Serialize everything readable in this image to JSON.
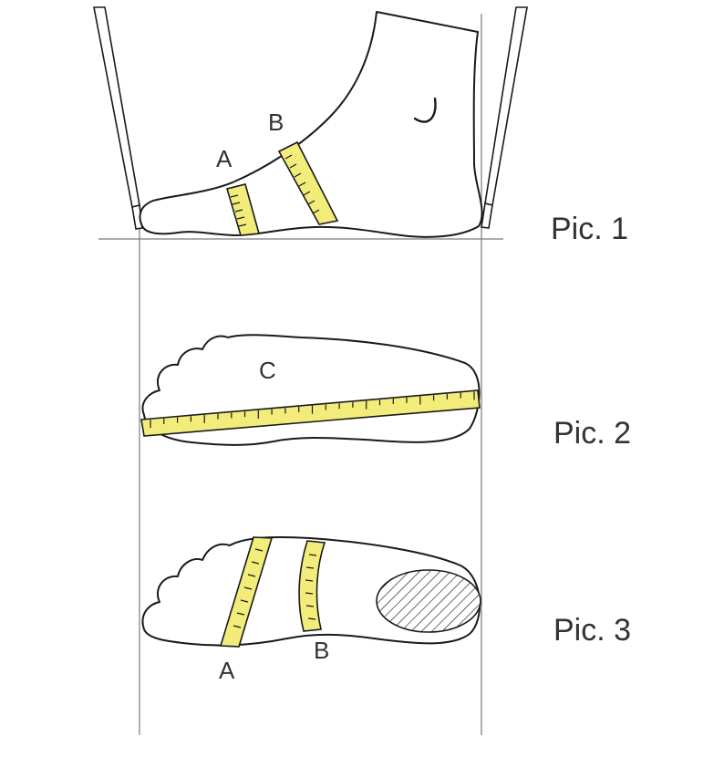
{
  "pictures": [
    {
      "label": "Pic. 1"
    },
    {
      "label": "Pic. 2"
    },
    {
      "label": "Pic. 3"
    }
  ],
  "pic1": {
    "tape_a": "A",
    "tape_b": "B",
    "ankle_mark": "J"
  },
  "pic2": {
    "tape_c": "C"
  },
  "pic3": {
    "tape_a": "A",
    "tape_b": "B"
  },
  "colors": {
    "tape": "#f2ec7a",
    "outline": "#1a1a1a",
    "guide": "#7a7a7a",
    "label": "#333333"
  }
}
